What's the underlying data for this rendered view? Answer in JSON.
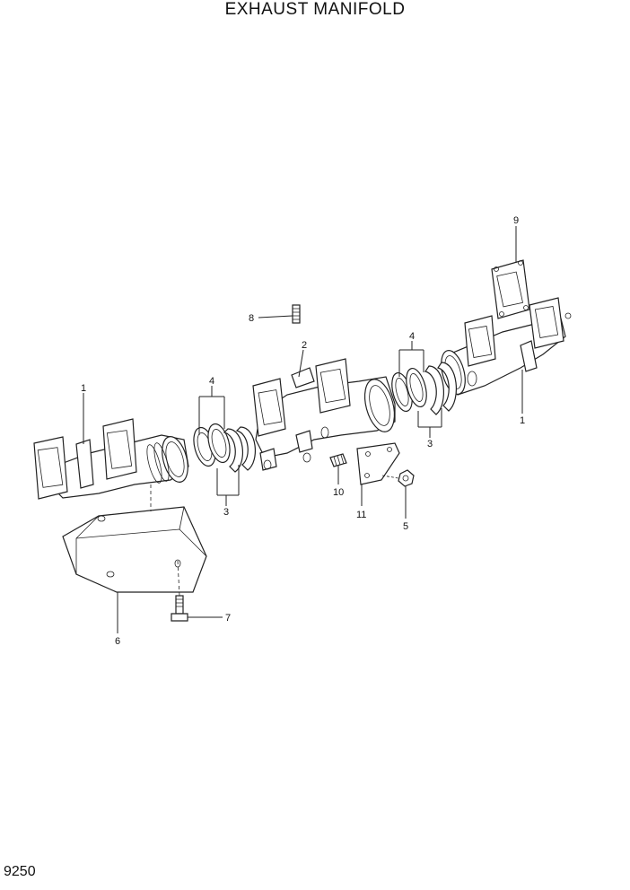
{
  "title": "EXHAUST MANIFOLD",
  "page_number": "9250",
  "callouts": {
    "c1a": "1",
    "c1b": "1",
    "c2": "2",
    "c3a": "3",
    "c3b": "3",
    "c4a": "4",
    "c4b": "4",
    "c5": "5",
    "c6": "6",
    "c7": "7",
    "c8": "8",
    "c9": "9",
    "c10": "10",
    "c11": "11"
  }
}
